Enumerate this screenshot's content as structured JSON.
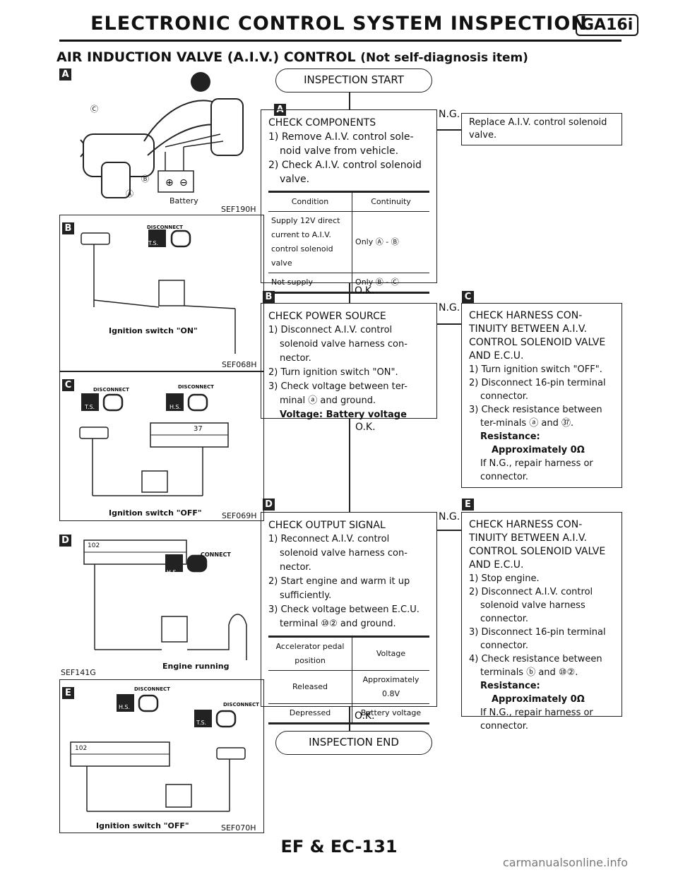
{
  "header": {
    "title": "ELECTRONIC CONTROL SYSTEM INSPECTION",
    "badge": "GA16i"
  },
  "subtitle": {
    "main": "AIR INDUCTION VALVE (A.I.V.) CONTROL",
    "note": "(Not self-diagnosis item)"
  },
  "panels": {
    "A": {
      "marker": "A",
      "code": "SEF190H",
      "battery": "Battery",
      "term_a": "A",
      "term_b": "B",
      "term_c": "C"
    },
    "B": {
      "marker": "B",
      "code": "SEF068H",
      "disconnect": "DISCONNECT",
      "ts": "T.S.",
      "ign": "Ignition switch \"ON\""
    },
    "C": {
      "marker": "C",
      "code": "SEF069H",
      "disconnect1": "DISCONNECT",
      "disconnect2": "DISCONNECT",
      "ts": "T.S.",
      "hs": "H.S.",
      "pin": "37",
      "ign": "Ignition switch \"OFF\""
    },
    "D": {
      "marker": "D",
      "code": "SEF141G",
      "connect": "CONNECT",
      "hs": "H.S.",
      "pin": "102",
      "ign": "Engine running"
    },
    "E": {
      "marker": "E",
      "code": "SEF070H",
      "disconnect1": "DISCONNECT",
      "disconnect2": "DISCONNECT",
      "ts": "T.S.",
      "hs": "H.S.",
      "pin": "102",
      "ign": "Ignition switch \"OFF\""
    }
  },
  "flow": {
    "start": "INSPECTION START",
    "end": "INSPECTION END",
    "ok": "O.K.",
    "ng": "N.G.",
    "stepA": {
      "marker": "A",
      "title": "CHECK COMPONENTS",
      "items": [
        "1) Remove A.I.V. control sole-noid valve from vehicle.",
        "2) Check A.I.V. control solenoid valve."
      ],
      "table": {
        "h1": "Condition",
        "h2": "Continuity",
        "r1c1": "Supply 12V direct current to A.I.V. control solenoid valve",
        "r1c2": "Only Ⓐ - Ⓑ",
        "r2c1": "Not supply",
        "r2c2": "Only Ⓑ - Ⓒ"
      }
    },
    "replace": "Replace A.I.V. control solenoid valve.",
    "stepB": {
      "marker": "B",
      "title": "CHECK POWER SOURCE",
      "items": [
        "1) Disconnect A.I.V. control solenoid valve harness con-nector.",
        "2) Turn ignition switch \"ON\".",
        "3) Check voltage between ter-minal ⓐ and ground."
      ],
      "spec": "Voltage: Battery voltage"
    },
    "stepC": {
      "marker": "C",
      "title": "CHECK HARNESS CON-TINUITY BETWEEN A.I.V. CONTROL SOLENOID VALVE AND E.C.U.",
      "items": [
        "1) Turn ignition switch \"OFF\".",
        "2) Disconnect 16-pin terminal connector.",
        "3) Check resistance between ter-minals ⓐ and ㊲."
      ],
      "res": "Resistance:",
      "val": "Approximately 0Ω",
      "repair": "If N.G., repair harness or connector."
    },
    "stepD": {
      "marker": "D",
      "title": "CHECK OUTPUT SIGNAL",
      "items": [
        "1) Reconnect A.I.V. control solenoid valve harness con-nector.",
        "2) Start engine and warm it up sufficiently.",
        "3) Check voltage between E.C.U. terminal ⑩② and ground."
      ],
      "table": {
        "h1": "Accelerator pedal position",
        "h2": "Voltage",
        "r1c1": "Released",
        "r1c2": "Approximately 0.8V",
        "r2c1": "Depressed",
        "r2c2": "Battery voltage"
      }
    },
    "stepE": {
      "marker": "E",
      "title": "CHECK HARNESS CON-TINUITY BETWEEN A.I.V. CONTROL SOLENOID VALVE AND E.C.U.",
      "items": [
        "1) Stop engine.",
        "2) Disconnect A.I.V. control solenoid valve harness connector.",
        "3) Disconnect 16-pin terminal connector.",
        "4) Check resistance between terminals ⓑ and ⑩②."
      ],
      "res": "Resistance:",
      "val": "Approximately 0Ω",
      "repair": "If N.G., repair harness or connector."
    }
  },
  "footer": {
    "page": "EF & EC-131",
    "watermark": "carmanualsonline.info"
  }
}
